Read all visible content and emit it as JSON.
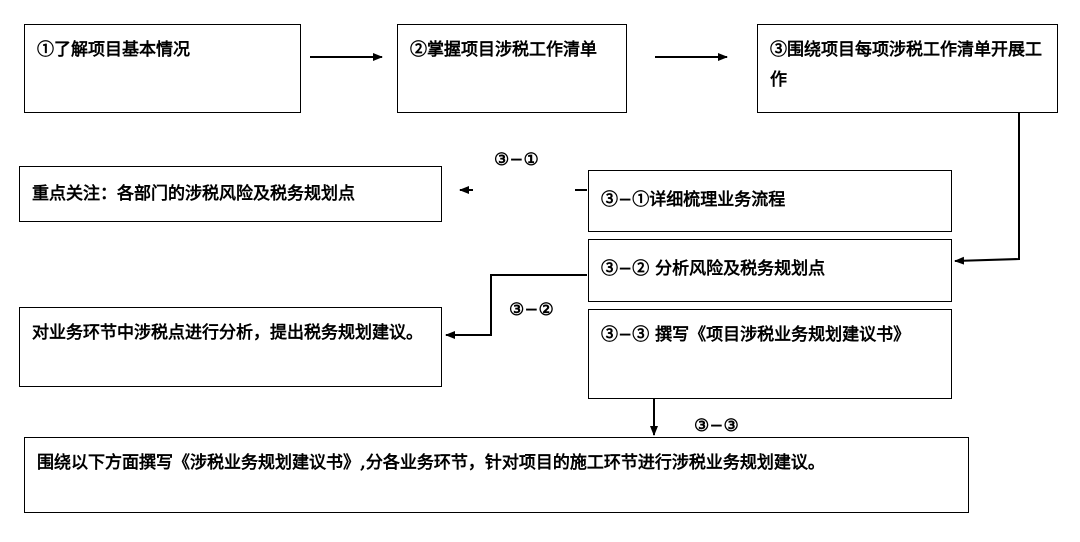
{
  "steps": {
    "step1": "①了解项目基本情况",
    "step2": "②掌握项目涉税工作清单",
    "step3": "③围绕项目每项涉税工作清单开展工作"
  },
  "substeps": {
    "s31": "③−①详细梳理业务流程",
    "s32": "③−② 分析风险及税务规划点",
    "s33": "③−③ 撰写《项目涉税业务规划建议书》"
  },
  "outcomes": {
    "focus": "重点关注：各部门的涉税风险及税务规划点",
    "analysis": "对业务环节中涉税点进行分析，提出税务规划建议。",
    "proposal": "围绕以下方面撰写《涉税业务规划建议书》,分各业务环节，针对项目的施工环节进行涉税业务规划建议。"
  },
  "arrow_labels": {
    "a31": "③−①",
    "a32": "③−②",
    "a33": "③−③"
  }
}
